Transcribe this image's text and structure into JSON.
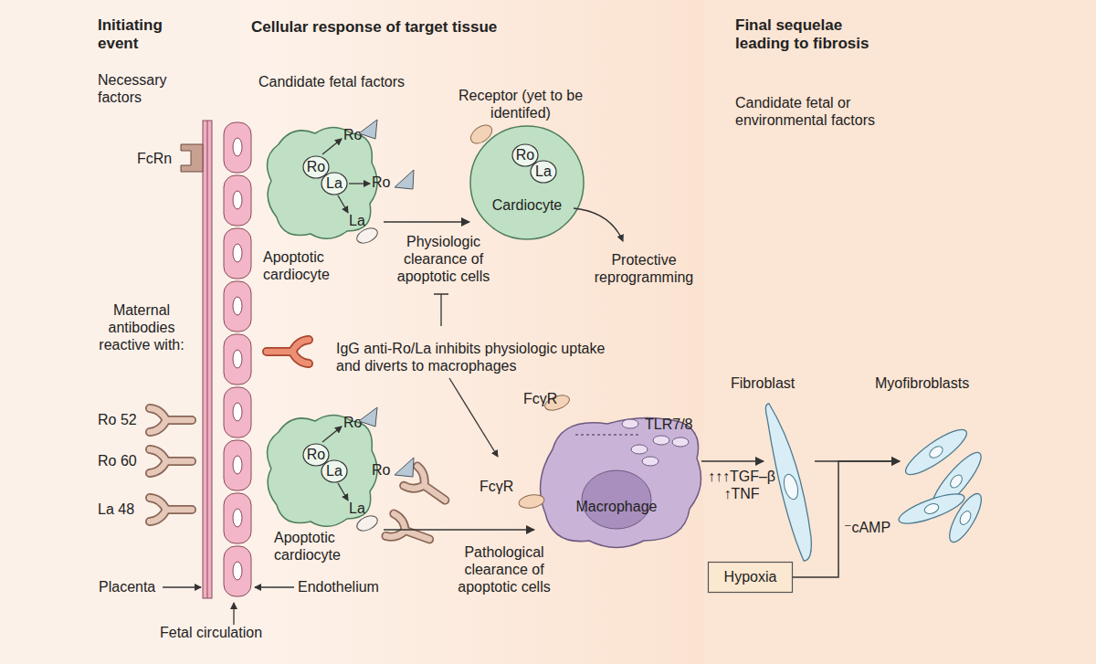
{
  "diagram": {
    "nodes": [
      {
        "text": [
          "Ro",
          "Ro",
          "La",
          "Apoptotic cardiocyte"
        ]
      },
      {
        "text": [
          "Ro"
        ],
        "in": 0
      },
      {
        "text": [
          "La"
        ],
        "in": 0
      },
      {
        "text": [
          "Cardiocyte"
        ]
      },
      {
        "text": [
          "Ro"
        ],
        "in": 3
      },
      {
        "text": [
          "La"
        ],
        "in": 3
      },
      {
        "text": [
          "Ro",
          "Ro",
          "La",
          "Apoptotic cardiocyte"
        ]
      },
      {
        "text": [
          "Ro"
        ],
        "in": 6
      },
      {
        "text": [
          "La"
        ],
        "in": 6
      },
      {
        "text": [
          "TLR7/8",
          "Macrophage"
        ]
      },
      {
        "text": [
          "Fibroblast"
        ]
      },
      {
        "text": [
          "Myofibroblasts"
        ]
      },
      {
        "text": [
          "Hypoxia"
        ]
      }
    ],
    "edges": [
      {
        "from": 0,
        "to": 3,
        "label": "Physiologic clearance of apoptotic cells",
        "arrow": "to"
      },
      {
        "from": 6,
        "to": 9,
        "label": "Pathological clearance of apoptotic cells",
        "arrow": "to"
      },
      {
        "from": 9,
        "to": 10,
        "label": "↑↑↑TGF–β ↑TNF",
        "arrow": "to"
      },
      {
        "from": 10,
        "to": 11,
        "arrow": "to"
      },
      {
        "from": 12,
        "to": 11,
        "label": "⁻cAMP",
        "arrow": "to"
      }
    ],
    "labels": [
      "Initiating event",
      "Necessary factors",
      "Cellular response of target tissue",
      "Candidate fetal factors",
      "Receptor (yet to be identifed)",
      "Final sequelae leading to fibrosis",
      "Candidate fetal or environmental factors",
      "FcRn",
      "Protective reprogramming",
      "Maternal antibodies reactive with:",
      "IgG anti-Ro/La inhibits physiologic uptake and diverts to macrophages",
      "Ro 52",
      "Ro 60",
      "La 48",
      "FcγR",
      "FcγR",
      "Placenta",
      "Endothelium",
      "Fetal circulation"
    ]
  }
}
